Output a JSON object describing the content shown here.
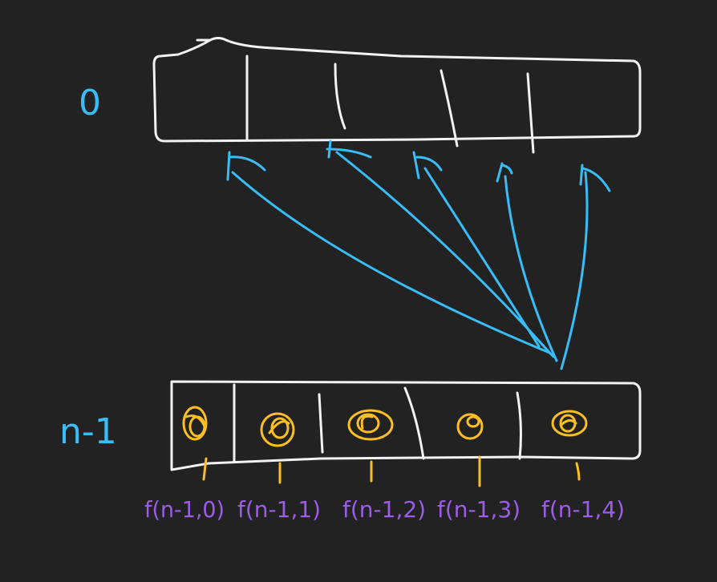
{
  "diagram": {
    "top_row": {
      "label": "0"
    },
    "bottom_row": {
      "label": "n-1"
    },
    "cell_labels": [
      "f(n-1,0)",
      "f(n-1,1)",
      "f(n-1,2)",
      "f(n-1,3)",
      "f(n-1,4)"
    ]
  },
  "colors": {
    "background": "#222222",
    "outline": "#f2f2f2",
    "arrow": "#38bdf8",
    "circle": "#fbbf24",
    "label": "#9b5de5"
  }
}
